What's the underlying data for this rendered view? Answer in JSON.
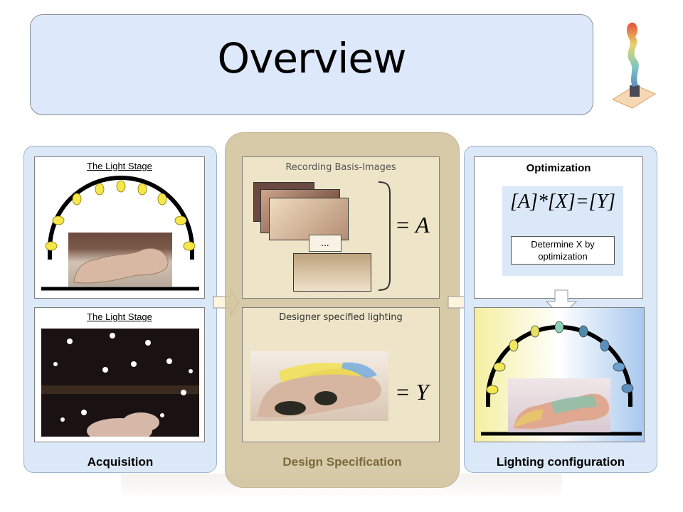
{
  "title": "Overview",
  "panels": {
    "acquisition": {
      "caption": "Acquisition",
      "top_label": "The Light Stage",
      "bottom_label": "The Light Stage"
    },
    "design": {
      "caption": "Design Specification",
      "top_label": "Recording Basis-Images",
      "ellipsis": "...",
      "eq_a": "= A",
      "bottom_label": "Designer specified lighting",
      "eq_y": "= Y"
    },
    "lighting": {
      "caption": "Lighting configuration",
      "optimization_title": "Optimization",
      "equation": "[A]*[X]=[Y]",
      "determine_text_line1": "Determine X by",
      "determine_text_line2": "optimization"
    }
  },
  "colors": {
    "panel_blue": "#dbe8f7",
    "panel_tan": "#cfc199",
    "title_bg": "#dde9fb",
    "bulb_yellow": "#f5e64b"
  }
}
